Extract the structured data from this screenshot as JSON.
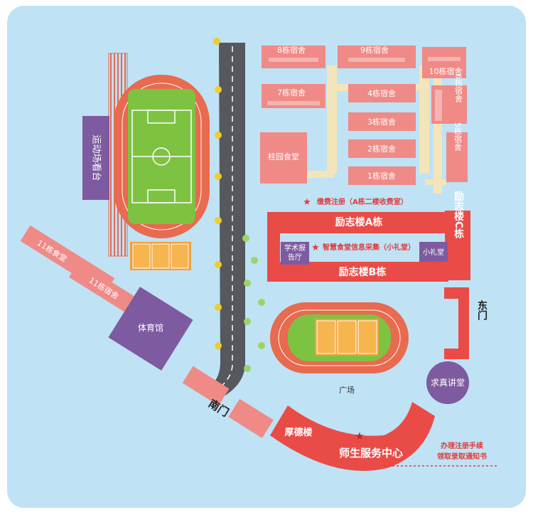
{
  "colors": {
    "background": "#bfe2f5",
    "building": "#ef8a87",
    "building_dark": "#e94b47",
    "track": "#e86a4f",
    "field": "#7ec242",
    "road": "#55585c",
    "purple": "#7e5aa0",
    "walkway": "#f3e5b9",
    "tree": "#f1cc2c"
  },
  "labels": {
    "dorm8": "8栋宿舍",
    "dorm9": "9栋宿舍",
    "dorm10": "10栋宿舍",
    "dorm7": "7栋宿舍",
    "dorm4": "4栋宿舍",
    "dorm6": "6栋宿舍",
    "dorm3": "3栋宿舍",
    "canteen": "桂园食堂",
    "dorm2": "2栋宿舍",
    "dorm5": "5栋宿舍",
    "dorm1": "1栋宿舍",
    "stands": "运动场看台",
    "payment": "缴费注册（A栋二楼收费室）",
    "lizhi_a": "励志楼A栋",
    "lizhi_c": "励志楼C栋",
    "academic_hall": "学术报告厅",
    "info_collect": "智慧食堂信息采集（小礼堂）",
    "small_hall": "小礼堂",
    "lizhi_b": "励志楼B栋",
    "canteen11": "11栋食堂",
    "dorm11": "11栋宿舍",
    "gym": "体育馆",
    "east_gate": "东门",
    "plaza": "广场",
    "qiuzhen": "求真讲堂",
    "south_gate": "南门",
    "houde": "厚德楼",
    "service_center": "师生服务中心",
    "register_line1": "办理注册手续",
    "register_line2": "领取录取通知书"
  }
}
